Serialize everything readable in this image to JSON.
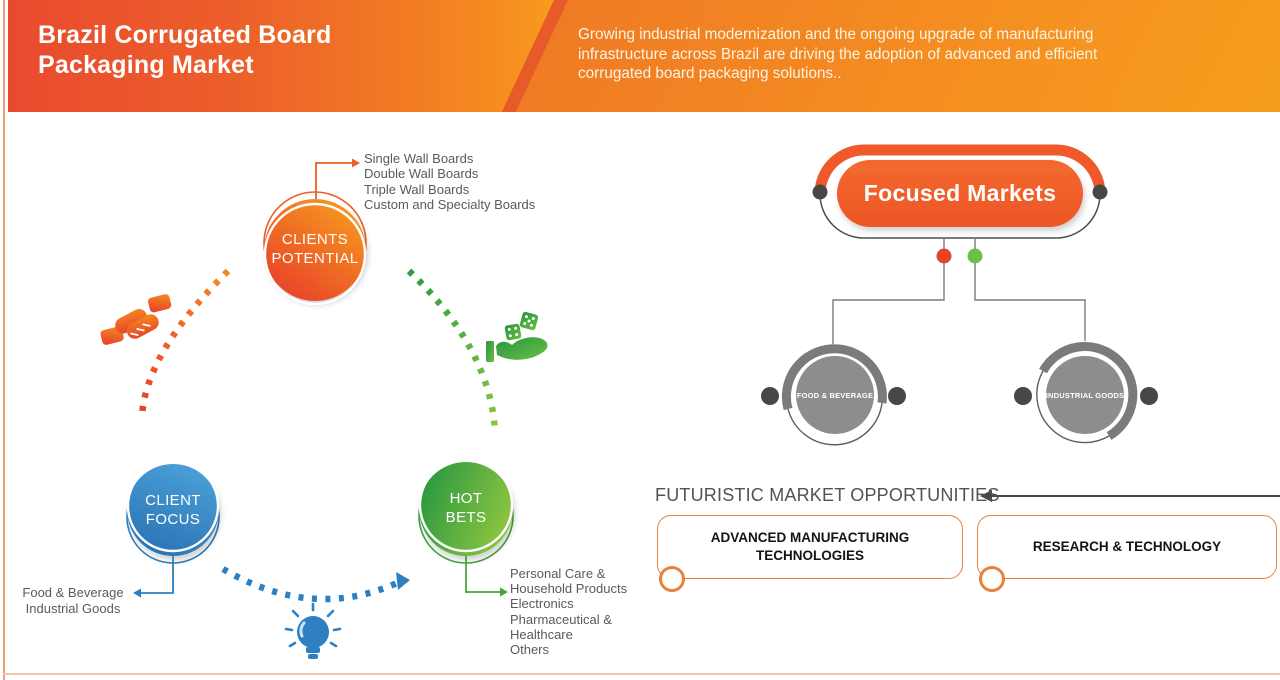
{
  "header": {
    "title_line1": "Brazil Corrugated Board",
    "title_line2": "Packaging Market",
    "description_lines": [
      "Growing industrial modernization and the ongoing upgrade of manufacturing",
      "infrastructure across Brazil are driving the adoption of advanced and efficient",
      "corrugated board packaging solutions.."
    ],
    "bg_left_color": "#e94a2e",
    "bg_right_color": "#f79d1e"
  },
  "cycle": {
    "clients_potential": {
      "label_line1": "CLIENTS",
      "label_line2": "POTENTIAL",
      "color_start": "#f7991e",
      "color_end": "#e8432a",
      "items": [
        "Single Wall Boards",
        "Double Wall Boards",
        "Triple Wall Boards",
        "Custom and Specialty Boards"
      ]
    },
    "client_focus": {
      "label_line1": "CLIENT",
      "label_line2": "FOCUS",
      "color_start": "#4b9fd6",
      "color_end": "#2a73b5",
      "items": [
        "Food & Beverage",
        "Industrial Goods"
      ]
    },
    "hot_bets": {
      "label_line1": "HOT",
      "label_line2": "BETS",
      "color_start": "#27963f",
      "color_end": "#8dc63f",
      "item_lines": [
        "Personal Care &",
        "Household Products",
        "Electronics",
        "Pharmaceutical &",
        "Healthcare",
        "Others"
      ]
    },
    "icons": [
      "handshake-icon",
      "dice-hand-icon",
      "lightbulb-icon"
    ]
  },
  "focused_markets": {
    "title": "Focused Markets",
    "pill_color": "#f0592b",
    "node_left": "FOOD & BEVERAGE",
    "node_right": "INDUSTRIAL GOODS",
    "red_dot_color": "#e8432a",
    "green_dot_color": "#6cbf47",
    "node_color": "#8d8d8d"
  },
  "opportunities": {
    "heading": "FUTURISTIC MARKET OPPORTUNITIES",
    "box1": "ADVANCED MANUFACTURING TECHNOLOGIES",
    "box2": "RESEARCH & TECHNOLOGY",
    "box_border_color": "#e8813f"
  }
}
